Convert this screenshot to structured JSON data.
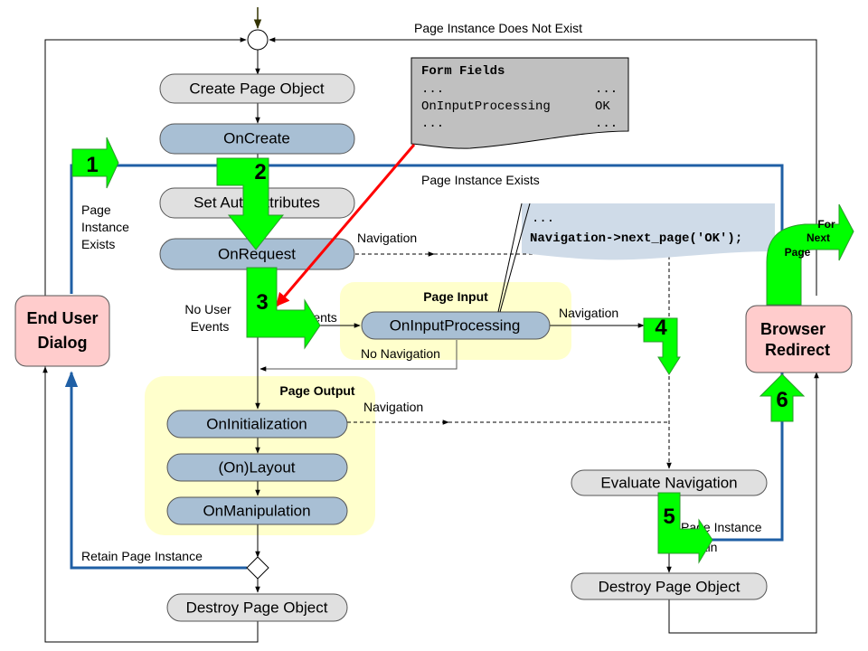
{
  "colors": {
    "node_grey": "#e0e0e0",
    "node_blue": "#a8bfd4",
    "group_bg": "#ffffcc",
    "big_box": "#ffcccc",
    "step_arrow": "#00ff00",
    "blue_line": "#1f5fa5",
    "red_arrow": "#ff0000",
    "note_bg": "#c0c0c0",
    "callout_bg": "#cfdbe8"
  },
  "nodes": {
    "create_page_object": "Create Page Object",
    "on_create": "OnCreate",
    "set_auto_attributes": "Set Auto Attributes",
    "on_request": "OnRequest",
    "on_input_processing": "OnInputProcessing",
    "on_initialization": "OnInitialization",
    "on_layout": "(On)Layout",
    "on_manipulation": "OnManipulation",
    "destroy_page_object_left": "Destroy Page Object",
    "evaluate_navigation": "Evaluate Navigation",
    "destroy_page_object_right": "Destroy Page Object"
  },
  "big_boxes": {
    "end_user_dialog": [
      "End User",
      "Dialog"
    ],
    "browser_redirect": [
      "Browser",
      "Redirect"
    ]
  },
  "groups": {
    "page_input": "Page Input",
    "page_output": "Page Output"
  },
  "labels": {
    "page_instance_does_not_exist": "Page Instance  Does Not Exist",
    "page_instance_exists_top": "Page Instance  Exists",
    "page_instance_exists_left": [
      "Page",
      "Instance",
      "Exists"
    ],
    "navigation_request": "Navigation",
    "navigation_input": "Navigation",
    "navigation_output": "Navigation",
    "no_user_events": [
      "No User",
      "Events"
    ],
    "events": "Events",
    "no_navigation": "No Navigation",
    "retain_page_instance": "Retain Page Instance",
    "page_instance_retain": [
      "Page Instance",
      "Retain"
    ]
  },
  "form_fields_note": {
    "title": "Form Fields",
    "rows": [
      {
        "name": "...",
        "value": "..."
      },
      {
        "name": "OnInputProcessing",
        "value": "OK"
      },
      {
        "name": "...",
        "value": "..."
      }
    ]
  },
  "code_callout": {
    "line1": "...",
    "line2": "Navigation->next_page('OK');"
  },
  "steps": [
    "1",
    "2",
    "3",
    "4",
    "5",
    "6"
  ],
  "for_next_page": [
    "For",
    "Next",
    "Page"
  ]
}
